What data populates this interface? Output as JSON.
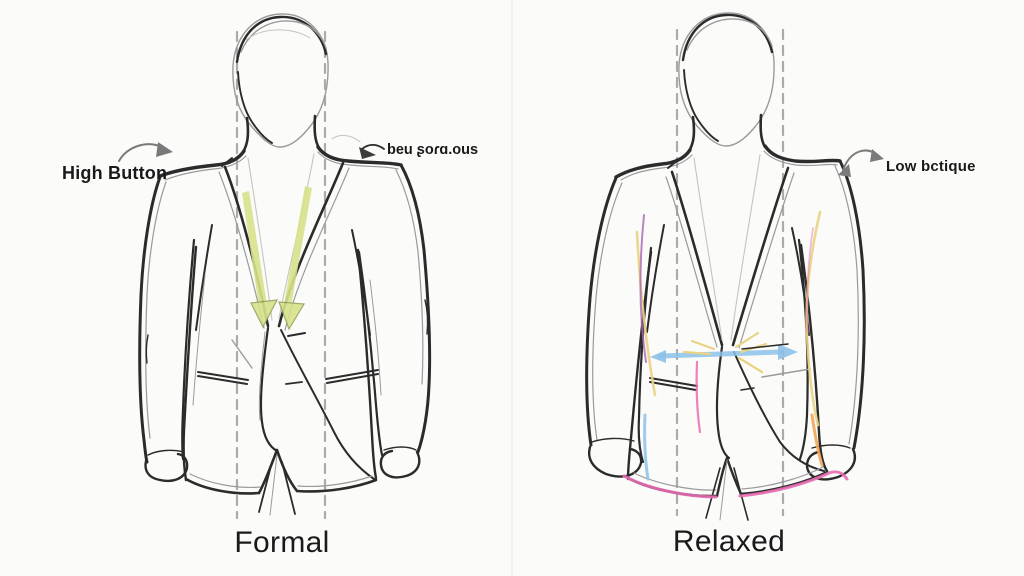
{
  "panels": {
    "formal": {
      "caption": "Formal",
      "callouts": {
        "high_button": "High Button",
        "garbled": "beu ʂoɾɑ.ous"
      }
    },
    "relaxed": {
      "caption": "Relaxed",
      "callouts": {
        "low_button": "Low bctique"
      }
    }
  },
  "colors": {
    "background": "#fbfbf9",
    "ink": "#2b2b2b",
    "ghost": "#9a9a9a",
    "guide_dash": "#ababab",
    "text": "#1a1a1a",
    "annotation_arrow": "#7a7a7a",
    "arrow_green": "#d7e28a",
    "arrow_green_edge": "#99a15c",
    "arrow_blue": "#8cc2e9",
    "accent_pink": "#e86cb2",
    "accent_purple": "#a868b4",
    "accent_orange": "#f2a65a",
    "accent_yellow": "#e9d383"
  }
}
